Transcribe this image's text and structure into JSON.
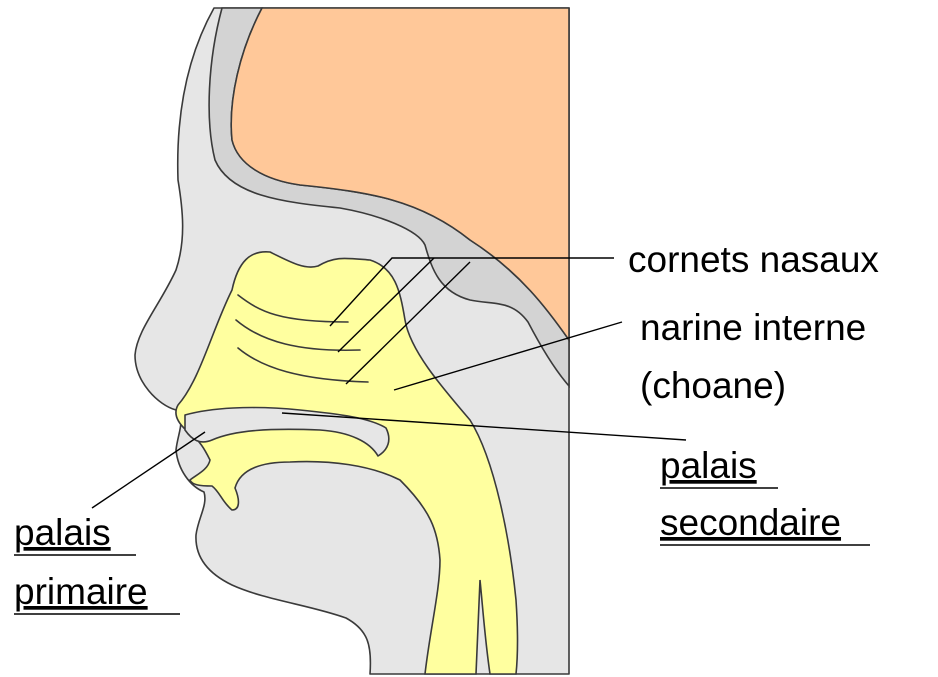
{
  "labels": {
    "cornets": "cornets nasaux",
    "narine_line1": "narine interne",
    "narine_line2": "(choane)",
    "palais_sec_line1": "palais",
    "palais_sec_line2": "secondaire",
    "palais_prim_line1": "palais",
    "palais_prim_line2": "primaire"
  },
  "colors": {
    "skin": "#e6e6e6",
    "bone": "#d3d3d3",
    "brain": "#ffc899",
    "airway": "#ffff9f"
  }
}
